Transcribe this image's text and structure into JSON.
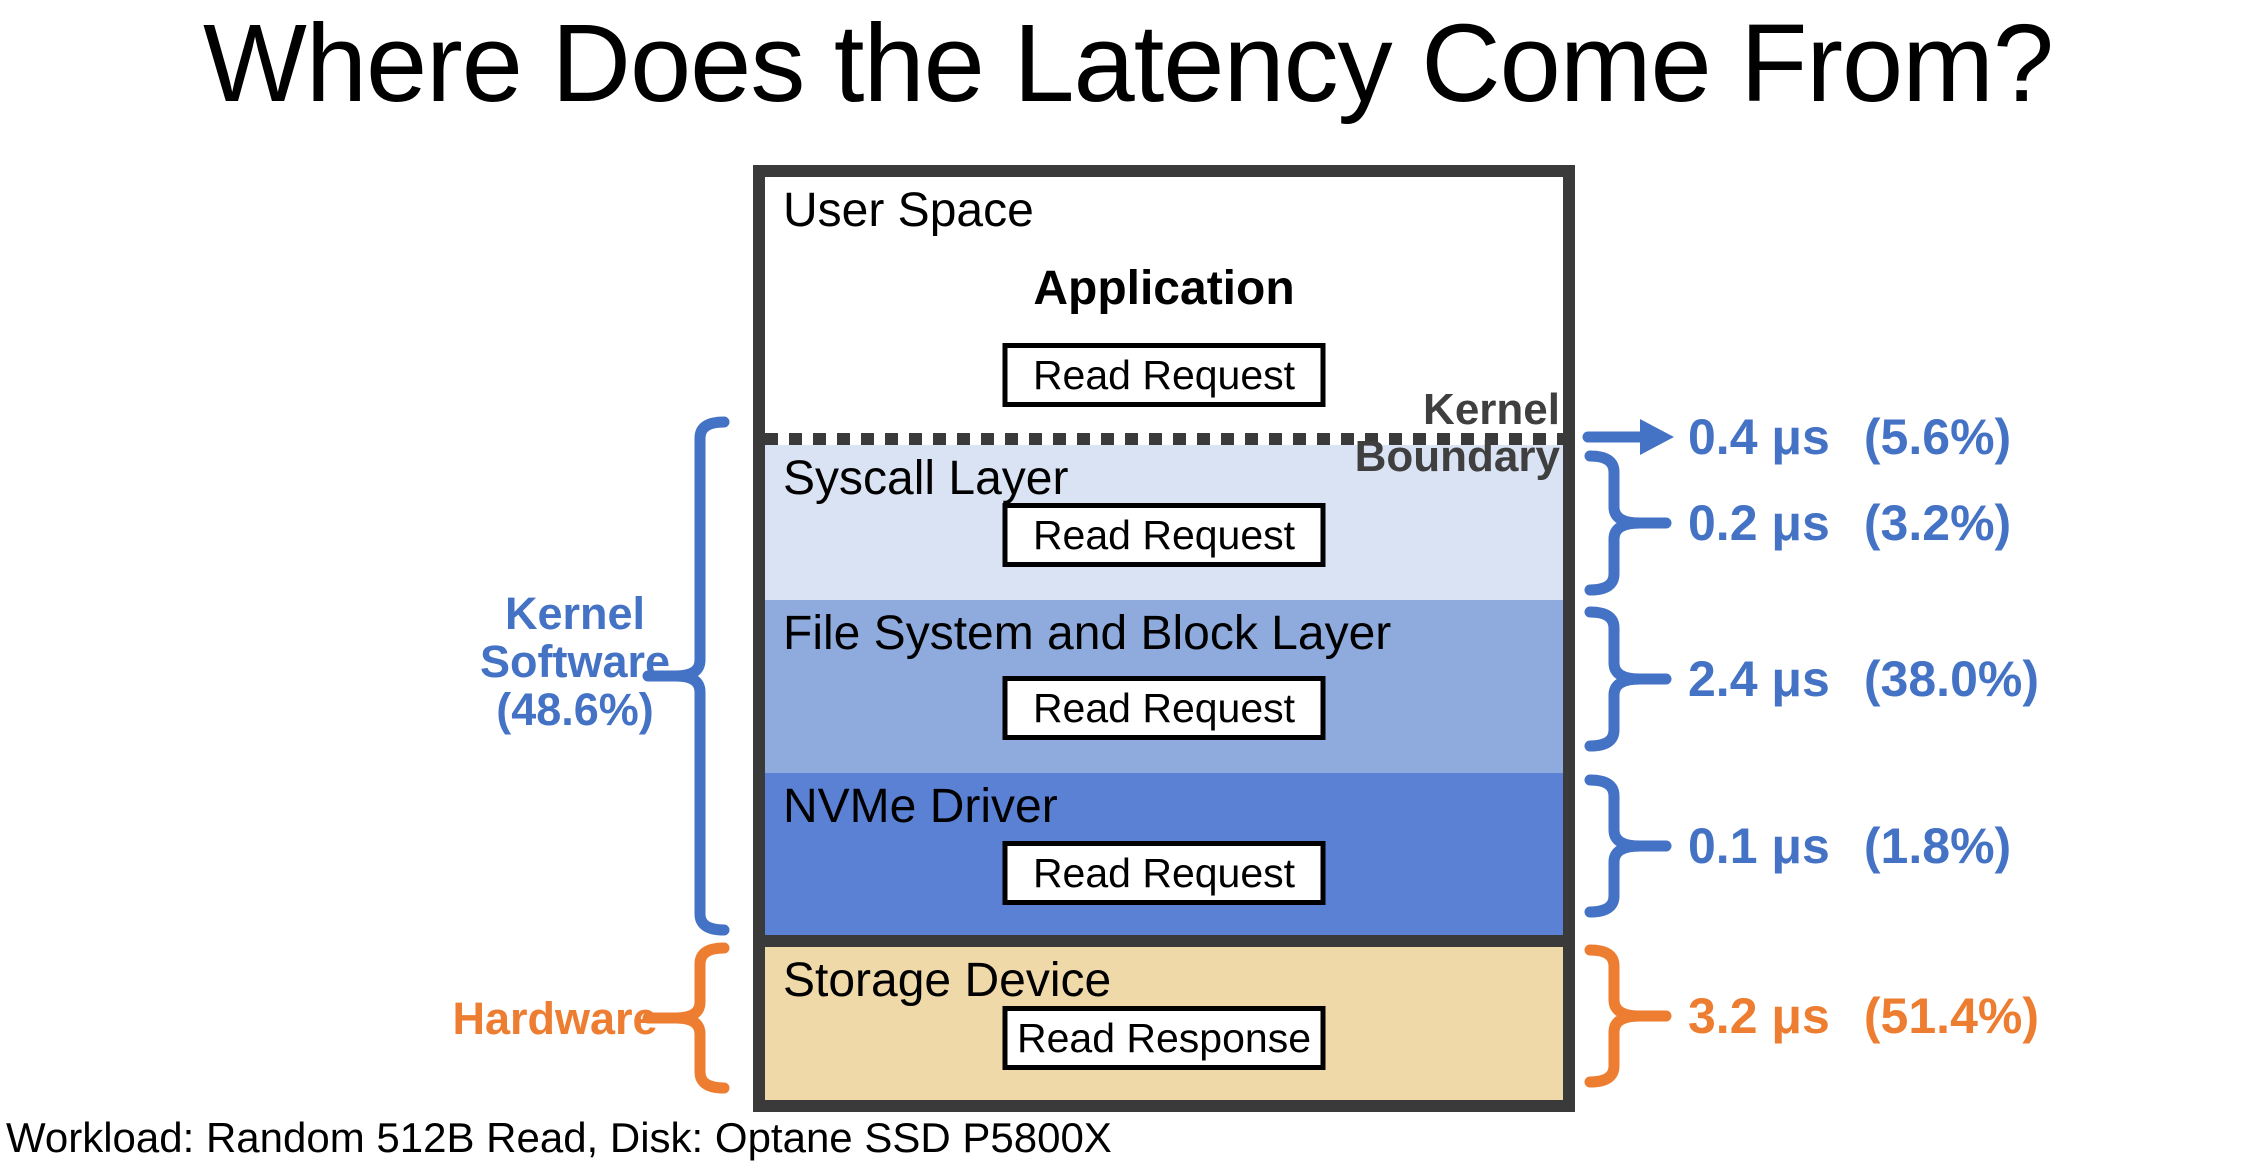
{
  "title": "Where Does the Latency Come From?",
  "caption": "Workload: Random 512B Read, Disk: Optane SSD P5800X",
  "colors": {
    "blue_accent": "#4472C4",
    "orange_accent": "#ED7D31",
    "box_border": "#3A3A3A",
    "boundary_text": "#3F3F3F",
    "syscall_bg": "#DAE3F3",
    "filesystem_bg": "#8FAADC",
    "nvme_bg": "#5B81D5",
    "storage_bg": "#F0D9A8"
  },
  "stack": {
    "user_space": {
      "label": "User Space",
      "app_label": "Application",
      "request": "Read Request"
    },
    "kernel_boundary": {
      "line1": "Kernel",
      "line2": "Boundary"
    },
    "layers": [
      {
        "id": "syscall",
        "label": "Syscall Layer",
        "request": "Read Request"
      },
      {
        "id": "filesystem",
        "label": "File System and Block Layer",
        "request": "Read Request"
      },
      {
        "id": "nvme",
        "label": "NVMe Driver",
        "request": "Read Request"
      },
      {
        "id": "storage",
        "label": "Storage Device",
        "request": "Read Response"
      }
    ]
  },
  "left_annotations": {
    "kernel_software": {
      "lines": [
        "Kernel",
        "Software",
        "(48.6%)"
      ]
    },
    "hardware": {
      "label": "Hardware"
    }
  },
  "right_annotations": [
    {
      "id": "kernel-boundary-cost",
      "value": "0.4 μs",
      "percent": "(5.6%)",
      "connector": "arrow",
      "color": "blue"
    },
    {
      "id": "syscall-cost",
      "value": "0.2 μs",
      "percent": "(3.2%)",
      "connector": "brace",
      "color": "blue"
    },
    {
      "id": "filesystem-cost",
      "value": "2.4 μs",
      "percent": "(38.0%)",
      "connector": "brace",
      "color": "blue"
    },
    {
      "id": "nvme-cost",
      "value": "0.1 μs",
      "percent": "(1.8%)",
      "connector": "brace",
      "color": "blue"
    },
    {
      "id": "storage-cost",
      "value": "3.2 μs",
      "percent": "(51.4%)",
      "connector": "brace",
      "color": "orange"
    }
  ]
}
